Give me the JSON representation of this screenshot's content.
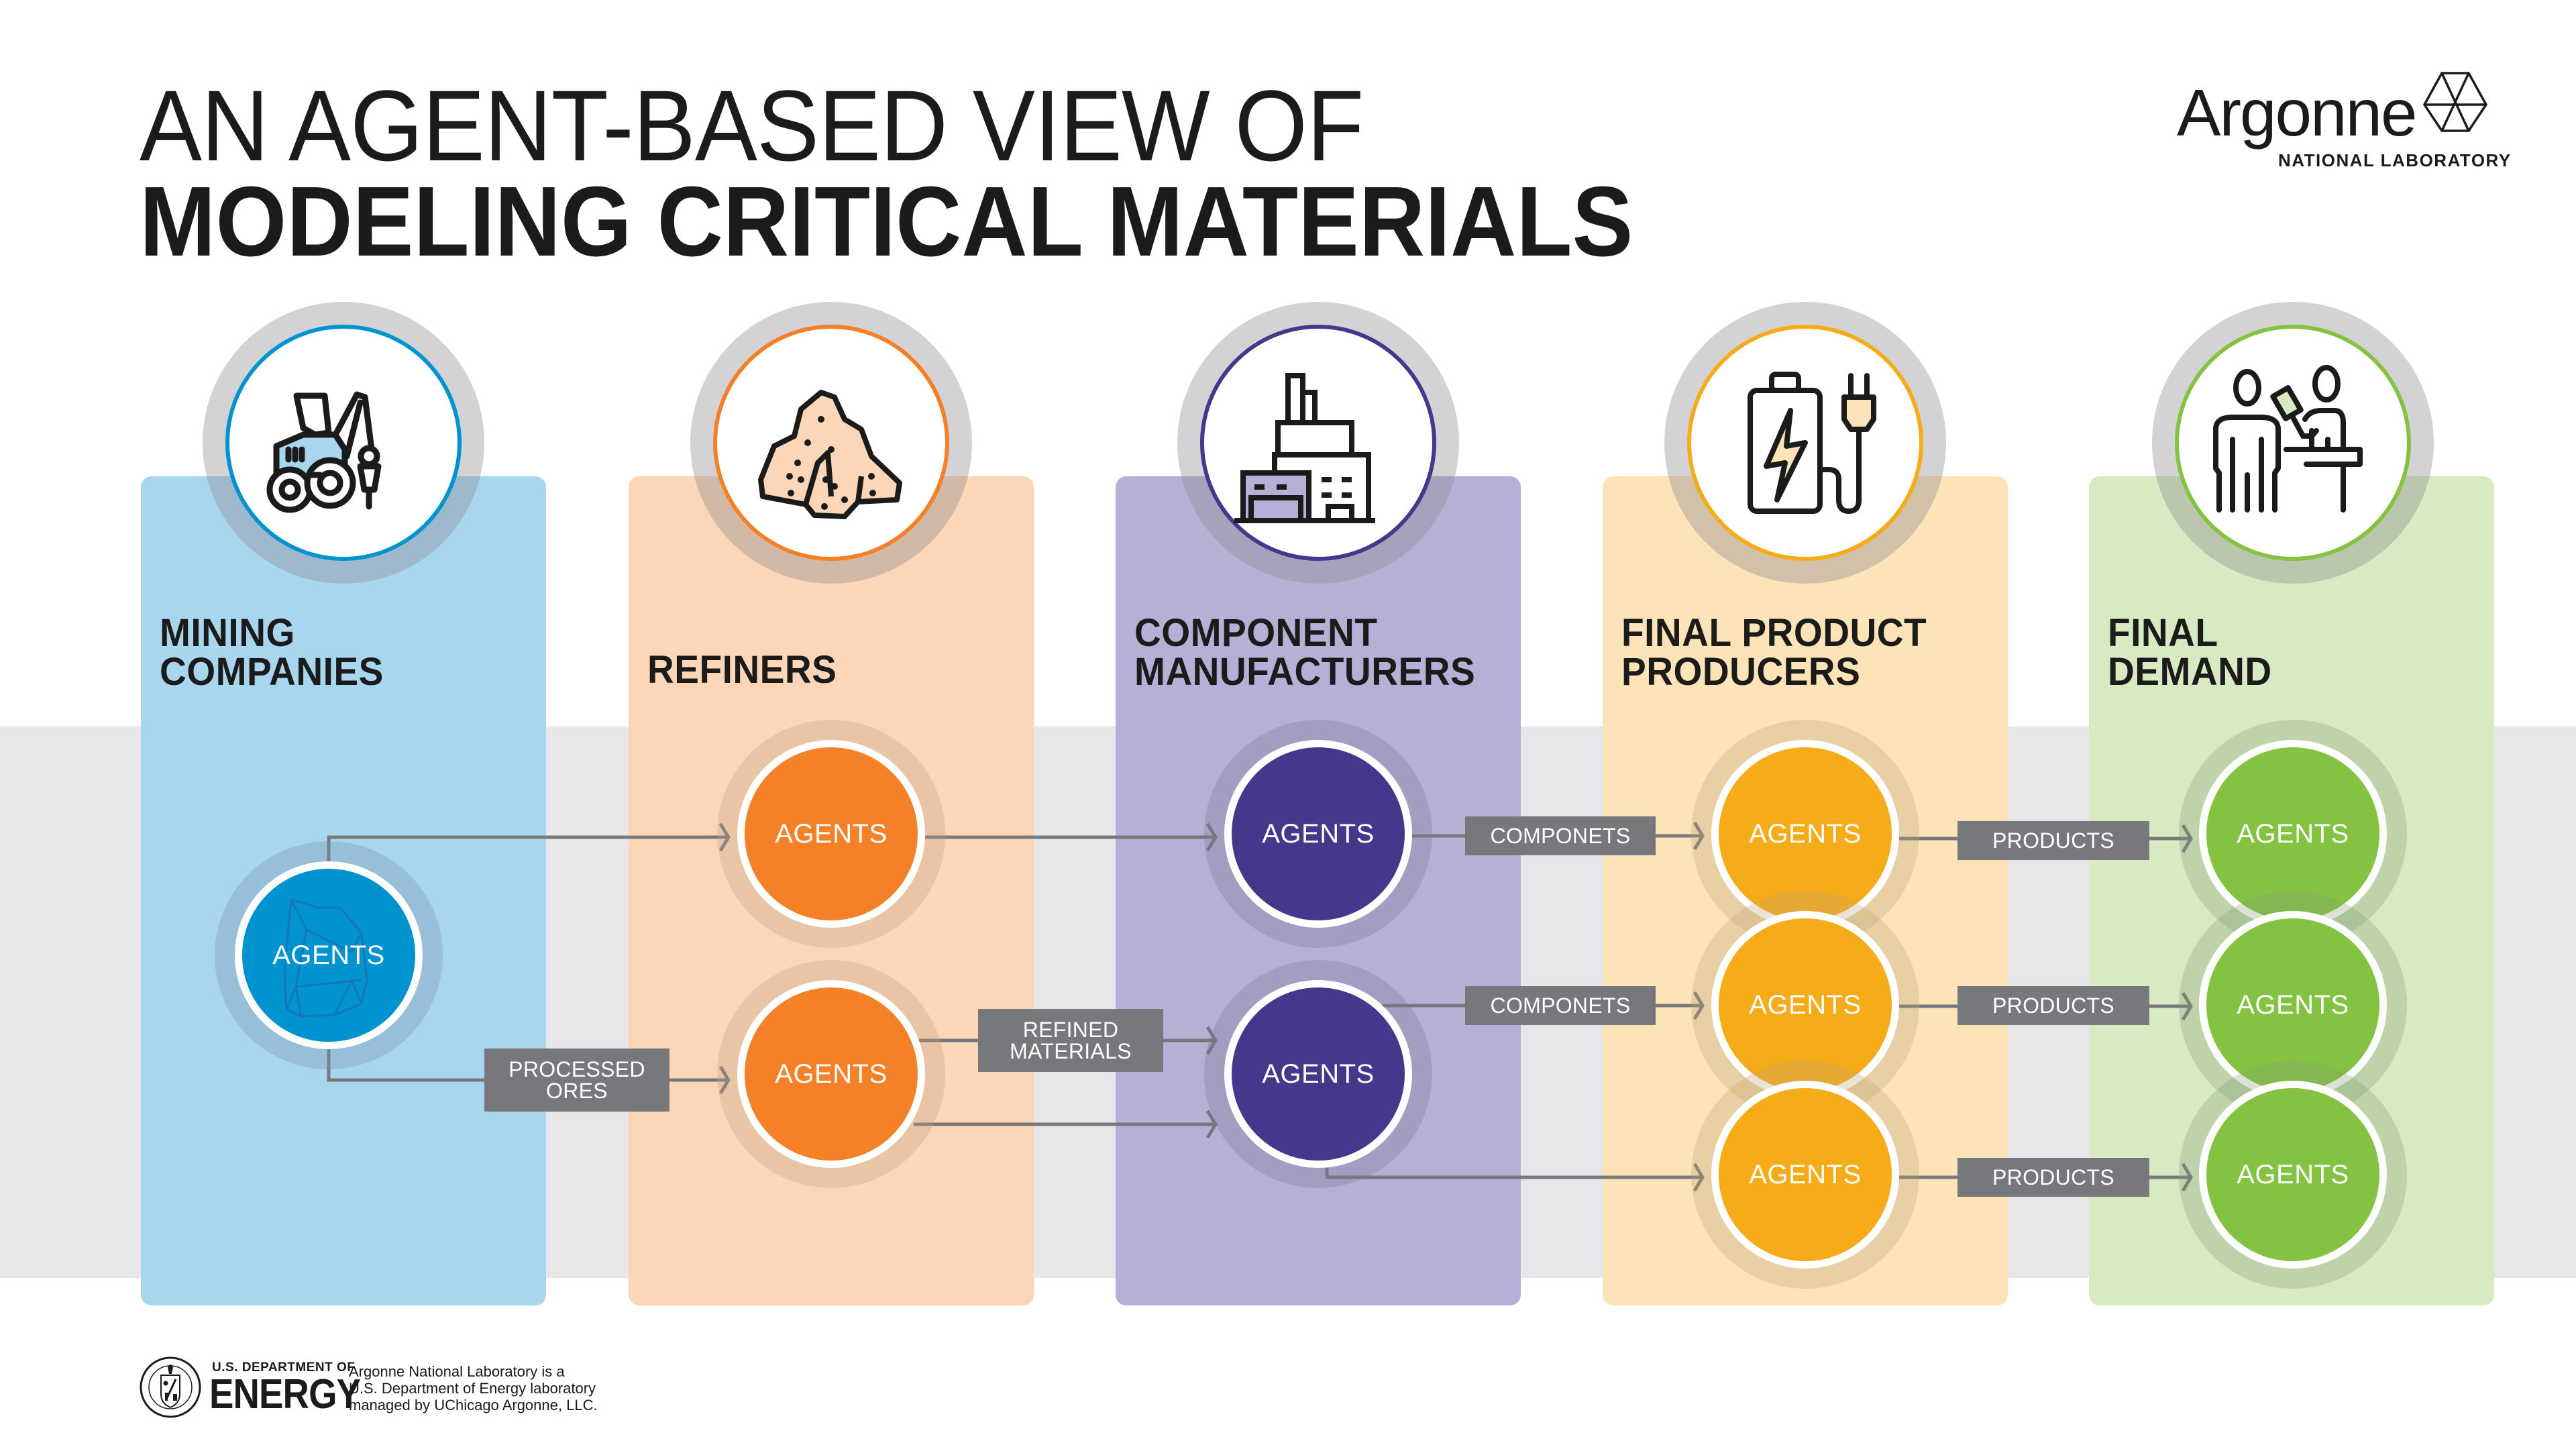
{
  "header": {
    "title_line1": "AN AGENT-BASED VIEW OF",
    "title_line2": "MODELING CRITICAL MATERIALS",
    "logo": {
      "wordmark": "Argonne",
      "subtitle": "NATIONAL LABORATORY",
      "mark_icon": "argonne-triangle-mark-icon"
    }
  },
  "colors": {
    "band": "#e7e7e9",
    "flow_label": "#77787b",
    "arrow": "#77787b"
  },
  "columns": [
    {
      "id": "mining",
      "title": "MINING\nCOMPANIES",
      "icon": "mining-tractor-icon",
      "panel_color": "#a8d6ef",
      "accent": "#0093d0",
      "agent_halo": "rgba(120,150,180,0.35)"
    },
    {
      "id": "refiners",
      "title": "REFINERS",
      "icon": "ore-pile-icon",
      "panel_color": "#fcd6b6",
      "accent": "#f48028",
      "agent_halo": "rgba(180,150,120,0.3)"
    },
    {
      "id": "component",
      "title": "COMPONENT\nMANUFACTURERS",
      "icon": "factory-icon",
      "panel_color": "#b5b0d6",
      "accent": "#45388c",
      "agent_halo": "rgba(120,115,150,0.3)"
    },
    {
      "id": "final-product",
      "title": "FINAL PRODUCT\nPRODUCERS",
      "icon": "battery-plug-icon",
      "panel_color": "#fde3b8",
      "accent": "#f6ab18",
      "agent_halo": "rgba(180,160,120,0.3)"
    },
    {
      "id": "final-demand",
      "title": "FINAL\nDEMAND",
      "icon": "customer-counter-icon",
      "panel_color": "#d8eac1",
      "accent": "#84c241",
      "agent_halo": "rgba(120,150,110,0.3)"
    }
  ],
  "agents": [
    {
      "column": "mining",
      "label": "AGENTS"
    },
    {
      "column": "refiners",
      "label": "AGENTS"
    },
    {
      "column": "refiners",
      "label": "AGENTS"
    },
    {
      "column": "component",
      "label": "AGENTS"
    },
    {
      "column": "component",
      "label": "AGENTS"
    },
    {
      "column": "final-product",
      "label": "AGENTS"
    },
    {
      "column": "final-product",
      "label": "AGENTS"
    },
    {
      "column": "final-product",
      "label": "AGENTS"
    },
    {
      "column": "final-demand",
      "label": "AGENTS"
    },
    {
      "column": "final-demand",
      "label": "AGENTS"
    },
    {
      "column": "final-demand",
      "label": "AGENTS"
    }
  ],
  "flow_labels": [
    {
      "text": "PROCESSED\nORES"
    },
    {
      "text": "REFINED\nMATERIALS"
    },
    {
      "text": "COMPONETS"
    },
    {
      "text": "COMPONETS"
    },
    {
      "text": "PRODUCTS"
    },
    {
      "text": "PRODUCTS"
    },
    {
      "text": "PRODUCTS"
    }
  ],
  "flows": [
    {
      "from": "mining-agent",
      "to": "refiner-agent-1",
      "label": null
    },
    {
      "from": "mining-agent",
      "to": "refiner-agent-2",
      "label": "PROCESSED ORES"
    },
    {
      "from": "refiner-agent-1",
      "to": "component-agent-1",
      "label": null
    },
    {
      "from": "refiner-agent-2",
      "to": "component-agent-2",
      "label": "REFINED MATERIALS"
    },
    {
      "from": "refiner-agent-2",
      "to": "component-agent-2",
      "label": null
    },
    {
      "from": "component-agent-1",
      "to": "final-product-agent-1",
      "label": "COMPONETS"
    },
    {
      "from": "component-agent-2",
      "to": "final-product-agent-2",
      "label": "COMPONETS"
    },
    {
      "from": "component-agent-2",
      "to": "final-product-agent-3",
      "label": null
    },
    {
      "from": "final-product-agent-1",
      "to": "demand-agent-1",
      "label": "PRODUCTS"
    },
    {
      "from": "final-product-agent-2",
      "to": "demand-agent-2",
      "label": "PRODUCTS"
    },
    {
      "from": "final-product-agent-3",
      "to": "demand-agent-3",
      "label": "PRODUCTS"
    }
  ],
  "footer": {
    "doe_top": "U.S. DEPARTMENT OF",
    "doe_energy": "ENERGY",
    "seal_icon": "doe-seal-icon",
    "note": "Argonne National Laboratory is a\nU.S. Department of Energy laboratory\nmanaged by UChicago Argonne, LLC."
  }
}
